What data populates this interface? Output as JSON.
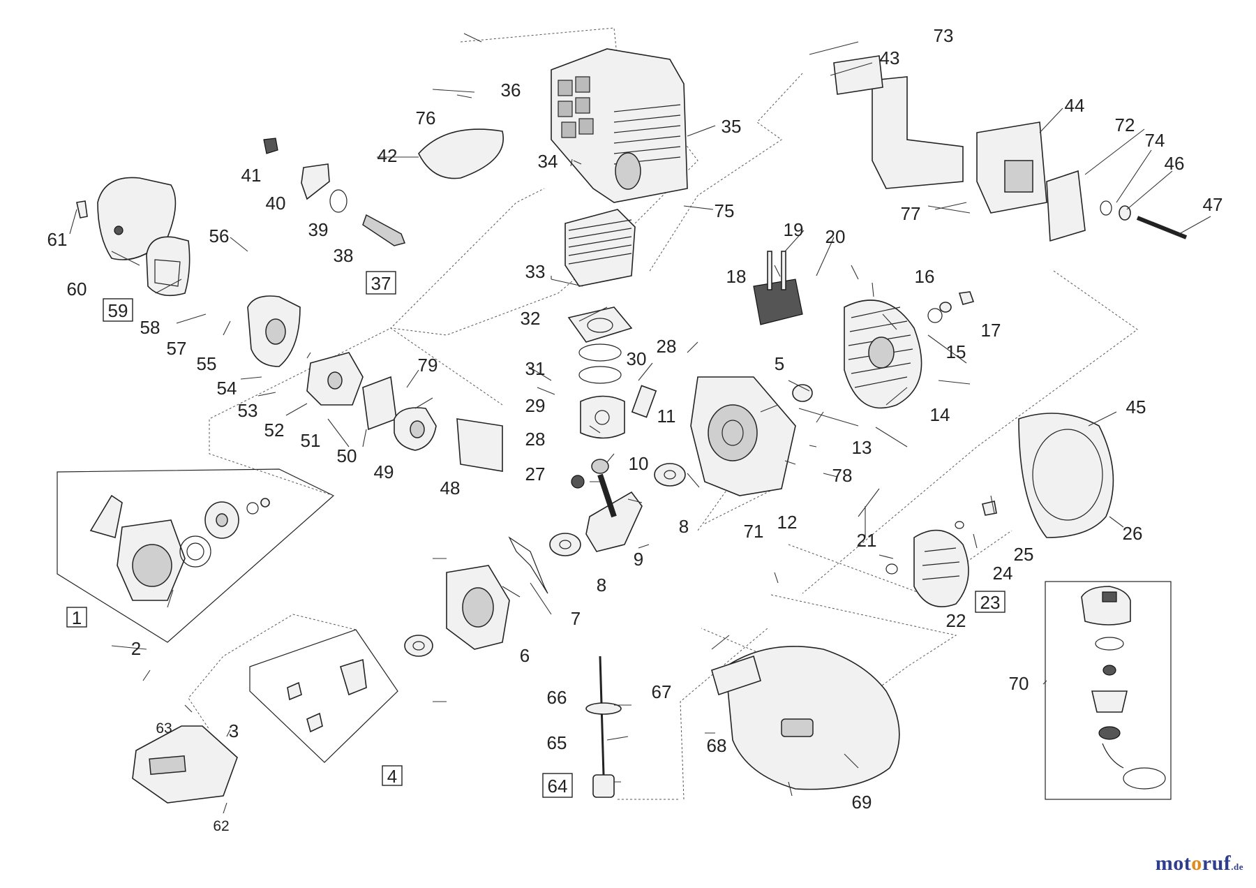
{
  "diagram": {
    "labels": [
      {
        "id": "1",
        "text": "1",
        "boxed": true
      },
      {
        "id": "2",
        "text": "2",
        "boxed": false
      },
      {
        "id": "3",
        "text": "3",
        "boxed": false
      },
      {
        "id": "4",
        "text": "4",
        "boxed": true
      },
      {
        "id": "5",
        "text": "5",
        "boxed": false
      },
      {
        "id": "6",
        "text": "6",
        "boxed": false
      },
      {
        "id": "7",
        "text": "7",
        "boxed": false
      },
      {
        "id": "8a",
        "text": "8",
        "boxed": false
      },
      {
        "id": "8b",
        "text": "8",
        "boxed": false
      },
      {
        "id": "9",
        "text": "9",
        "boxed": false
      },
      {
        "id": "10",
        "text": "10",
        "boxed": false
      },
      {
        "id": "11",
        "text": "11",
        "boxed": false
      },
      {
        "id": "12",
        "text": "12",
        "boxed": false
      },
      {
        "id": "13",
        "text": "13",
        "boxed": false
      },
      {
        "id": "14",
        "text": "14",
        "boxed": false
      },
      {
        "id": "15",
        "text": "15",
        "boxed": false
      },
      {
        "id": "16",
        "text": "16",
        "boxed": false
      },
      {
        "id": "17",
        "text": "17",
        "boxed": false
      },
      {
        "id": "18",
        "text": "18",
        "boxed": false
      },
      {
        "id": "19",
        "text": "19",
        "boxed": false
      },
      {
        "id": "20",
        "text": "20",
        "boxed": false
      },
      {
        "id": "21",
        "text": "21",
        "boxed": false
      },
      {
        "id": "22",
        "text": "22",
        "boxed": false
      },
      {
        "id": "23",
        "text": "23",
        "boxed": true
      },
      {
        "id": "24",
        "text": "24",
        "boxed": false
      },
      {
        "id": "25",
        "text": "25",
        "boxed": false
      },
      {
        "id": "26",
        "text": "26",
        "boxed": false
      },
      {
        "id": "27",
        "text": "27",
        "boxed": false
      },
      {
        "id": "28a",
        "text": "28",
        "boxed": false
      },
      {
        "id": "28b",
        "text": "28",
        "boxed": false
      },
      {
        "id": "29",
        "text": "29",
        "boxed": false
      },
      {
        "id": "30",
        "text": "30",
        "boxed": false
      },
      {
        "id": "31",
        "text": "31",
        "boxed": false
      },
      {
        "id": "32",
        "text": "32",
        "boxed": false
      },
      {
        "id": "33",
        "text": "33",
        "boxed": false
      },
      {
        "id": "34",
        "text": "34",
        "boxed": false
      },
      {
        "id": "35",
        "text": "35",
        "boxed": false
      },
      {
        "id": "36",
        "text": "36",
        "boxed": false
      },
      {
        "id": "37",
        "text": "37",
        "boxed": true
      },
      {
        "id": "38",
        "text": "38",
        "boxed": false
      },
      {
        "id": "39",
        "text": "39",
        "boxed": false
      },
      {
        "id": "40",
        "text": "40",
        "boxed": false
      },
      {
        "id": "41",
        "text": "41",
        "boxed": false
      },
      {
        "id": "42",
        "text": "42",
        "boxed": false
      },
      {
        "id": "43",
        "text": "43",
        "boxed": false
      },
      {
        "id": "44",
        "text": "44",
        "boxed": false
      },
      {
        "id": "45",
        "text": "45",
        "boxed": false
      },
      {
        "id": "46",
        "text": "46",
        "boxed": false
      },
      {
        "id": "47",
        "text": "47",
        "boxed": false
      },
      {
        "id": "48",
        "text": "48",
        "boxed": false
      },
      {
        "id": "49",
        "text": "49",
        "boxed": false
      },
      {
        "id": "50",
        "text": "50",
        "boxed": false
      },
      {
        "id": "51",
        "text": "51",
        "boxed": false
      },
      {
        "id": "52",
        "text": "52",
        "boxed": false
      },
      {
        "id": "53",
        "text": "53",
        "boxed": false
      },
      {
        "id": "54",
        "text": "54",
        "boxed": false
      },
      {
        "id": "55",
        "text": "55",
        "boxed": false
      },
      {
        "id": "56",
        "text": "56",
        "boxed": false
      },
      {
        "id": "57",
        "text": "57",
        "boxed": false
      },
      {
        "id": "58",
        "text": "58",
        "boxed": false
      },
      {
        "id": "59",
        "text": "59",
        "boxed": true
      },
      {
        "id": "60",
        "text": "60",
        "boxed": false
      },
      {
        "id": "61",
        "text": "61",
        "boxed": false
      },
      {
        "id": "62",
        "text": "62",
        "boxed": false,
        "small": true
      },
      {
        "id": "63",
        "text": "63",
        "boxed": false,
        "small": true
      },
      {
        "id": "64",
        "text": "64",
        "boxed": true
      },
      {
        "id": "65",
        "text": "65",
        "boxed": false
      },
      {
        "id": "66",
        "text": "66",
        "boxed": false
      },
      {
        "id": "67",
        "text": "67",
        "boxed": false
      },
      {
        "id": "68",
        "text": "68",
        "boxed": false
      },
      {
        "id": "69",
        "text": "69",
        "boxed": false
      },
      {
        "id": "70",
        "text": "70",
        "boxed": false
      },
      {
        "id": "71",
        "text": "71",
        "boxed": false
      },
      {
        "id": "72",
        "text": "72",
        "boxed": false
      },
      {
        "id": "73",
        "text": "73",
        "boxed": false
      },
      {
        "id": "74",
        "text": "74",
        "boxed": false
      },
      {
        "id": "75",
        "text": "75",
        "boxed": false
      },
      {
        "id": "76",
        "text": "76",
        "boxed": false
      },
      {
        "id": "77",
        "text": "77",
        "boxed": false
      },
      {
        "id": "78",
        "text": "78",
        "boxed": false
      },
      {
        "id": "79",
        "text": "79",
        "boxed": false
      }
    ]
  },
  "logo": {
    "p1": "mot",
    "p2": "o",
    "p3": "ruf",
    "p4": ".de"
  }
}
